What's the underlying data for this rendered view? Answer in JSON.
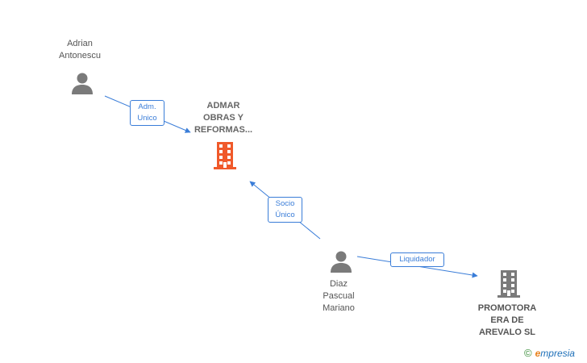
{
  "nodes": {
    "adrian": {
      "label": "Adrian\nAntonescu"
    },
    "admar": {
      "label": "ADMAR\nOBRAS Y\nREFORMAS..."
    },
    "diaz": {
      "label": "Diaz\nPascual\nMariano"
    },
    "promotora": {
      "label": "PROMOTORA\nERA DE\nAREVALO SL"
    }
  },
  "relations": {
    "adm_unico": {
      "label": "Adm.\nUnico"
    },
    "socio_unico": {
      "label": "Socio\nÚnico"
    },
    "liquidador": {
      "label": "Liquidador"
    }
  },
  "colors": {
    "edge": "#3a7dd8",
    "person_icon": "#7a7a7a",
    "company_main": "#f0592a",
    "company_other": "#7a7a7a"
  },
  "brand": {
    "copyright_symbol": "©",
    "first_letter": "e",
    "rest": "mpresia"
  }
}
